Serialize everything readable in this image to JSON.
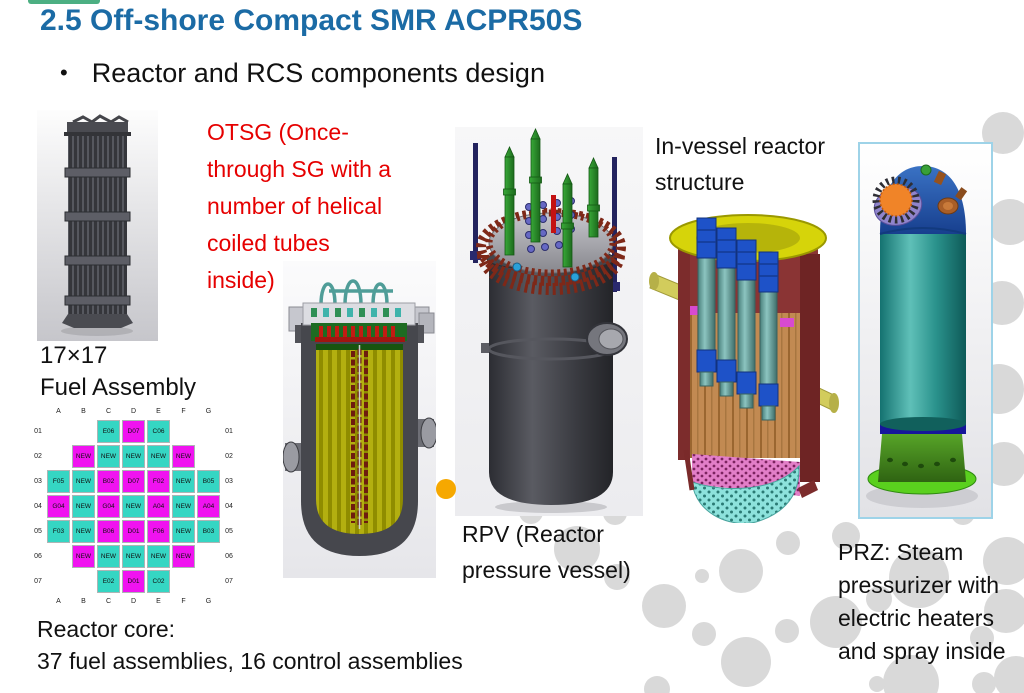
{
  "slide": {
    "title": "2.5 Off-shore Compact SMR ACPR50S",
    "bullet_glyph": "•",
    "bullet_text": "Reactor and RCS components design",
    "colors": {
      "title_blue": "#1b6ba5",
      "annotation_red": "#e60000",
      "cell_cyan": "#35d6c3",
      "cell_magenta": "#f013f0",
      "orange_dot": "#f6a800",
      "prz_box_border": "#9ed3e8",
      "background_dot_gray": "#d9d9d9",
      "top_line_green": "#4caf82"
    }
  },
  "fuel_assembly": {
    "caption_line1": "17×17",
    "caption_line2": "Fuel Assembly"
  },
  "core_map": {
    "column_labels": [
      "A",
      "B",
      "C",
      "D",
      "E",
      "F",
      "G"
    ],
    "row_labels": [
      "01",
      "02",
      "03",
      "04",
      "05",
      "06",
      "07"
    ],
    "rows": [
      [
        null,
        null,
        {
          "t": "E06",
          "c": "cyan"
        },
        {
          "t": "D07",
          "c": "mag"
        },
        {
          "t": "C06",
          "c": "cyan"
        },
        null,
        null
      ],
      [
        null,
        {
          "t": "NEW",
          "c": "mag"
        },
        {
          "t": "NEW",
          "c": "cyan"
        },
        {
          "t": "NEW",
          "c": "cyan"
        },
        {
          "t": "NEW",
          "c": "cyan"
        },
        {
          "t": "NEW",
          "c": "mag"
        },
        null
      ],
      [
        {
          "t": "F05",
          "c": "cyan"
        },
        {
          "t": "NEW",
          "c": "cyan"
        },
        {
          "t": "B02",
          "c": "mag"
        },
        {
          "t": "D07",
          "c": "mag"
        },
        {
          "t": "F02",
          "c": "mag"
        },
        {
          "t": "NEW",
          "c": "cyan"
        },
        {
          "t": "B05",
          "c": "cyan"
        }
      ],
      [
        {
          "t": "G04",
          "c": "mag"
        },
        {
          "t": "NEW",
          "c": "cyan"
        },
        {
          "t": "G04",
          "c": "mag"
        },
        {
          "t": "NEW",
          "c": "cyan"
        },
        {
          "t": "A04",
          "c": "mag"
        },
        {
          "t": "NEW",
          "c": "cyan"
        },
        {
          "t": "A04",
          "c": "mag"
        }
      ],
      [
        {
          "t": "F03",
          "c": "cyan"
        },
        {
          "t": "NEW",
          "c": "cyan"
        },
        {
          "t": "B06",
          "c": "mag"
        },
        {
          "t": "D01",
          "c": "mag"
        },
        {
          "t": "F06",
          "c": "mag"
        },
        {
          "t": "NEW",
          "c": "cyan"
        },
        {
          "t": "B03",
          "c": "cyan"
        }
      ],
      [
        null,
        {
          "t": "NEW",
          "c": "mag"
        },
        {
          "t": "NEW",
          "c": "cyan"
        },
        {
          "t": "NEW",
          "c": "cyan"
        },
        {
          "t": "NEW",
          "c": "cyan"
        },
        {
          "t": "NEW",
          "c": "mag"
        },
        null
      ],
      [
        null,
        null,
        {
          "t": "E02",
          "c": "cyan"
        },
        {
          "t": "D01",
          "c": "mag"
        },
        {
          "t": "C02",
          "c": "cyan"
        },
        null,
        null
      ]
    ],
    "caption_line1": "Reactor core:",
    "caption_line2": "37 fuel assemblies, 16 control assemblies"
  },
  "otsg": {
    "annotation": "OTSG (Once-through SG with a number of helical coiled tubes inside)"
  },
  "rpv": {
    "caption": "RPV (Reactor pressure vessel)"
  },
  "in_vessel": {
    "caption": "In-vessel reactor structure"
  },
  "prz": {
    "caption": "PRZ: Steam pressurizer with electric heaters and spray inside"
  }
}
